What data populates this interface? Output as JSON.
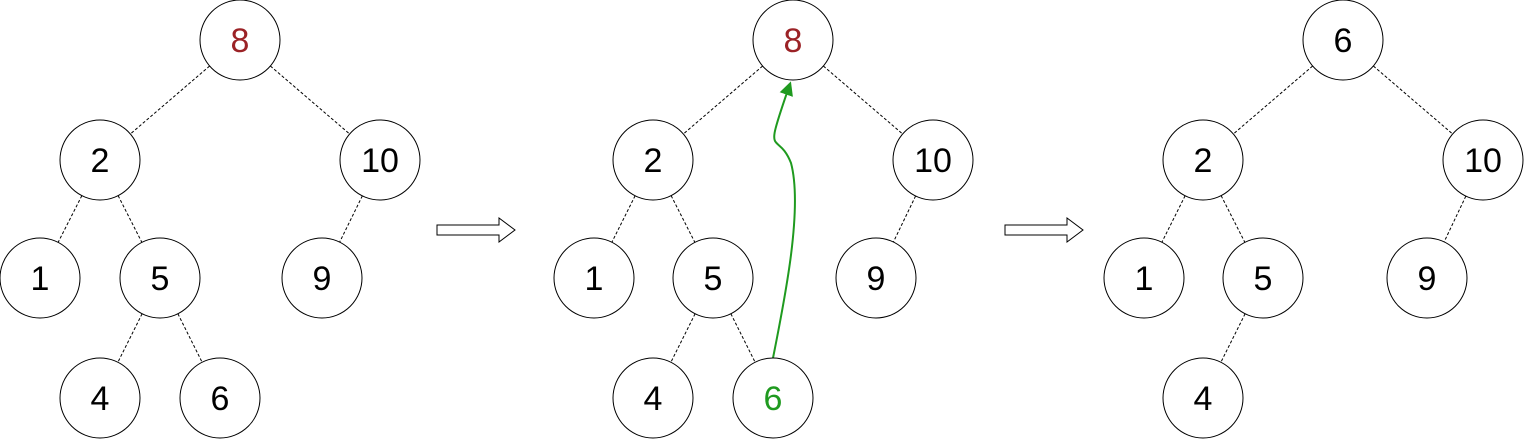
{
  "colors": {
    "default_text": "#000000",
    "root_highlight": "#9b2226",
    "moved_node": "#1f9a1f",
    "removed_edge": "#c62828",
    "move_arrow": "#1f9a1f"
  },
  "trees": [
    {
      "nodes": [
        {
          "id": "n8",
          "label": "8",
          "highlight": "root"
        },
        {
          "id": "n2",
          "label": "2"
        },
        {
          "id": "n10",
          "label": "10"
        },
        {
          "id": "n1",
          "label": "1"
        },
        {
          "id": "n5",
          "label": "5"
        },
        {
          "id": "n9",
          "label": "9"
        },
        {
          "id": "n4",
          "label": "4"
        },
        {
          "id": "n6",
          "label": "6"
        }
      ],
      "edges": [
        [
          "n8",
          "n2"
        ],
        [
          "n8",
          "n10"
        ],
        [
          "n2",
          "n1"
        ],
        [
          "n2",
          "n5"
        ],
        [
          "n10",
          "n9"
        ],
        [
          "n5",
          "n4"
        ],
        [
          "n5",
          "n6"
        ]
      ]
    },
    {
      "nodes": [
        {
          "id": "n8",
          "label": "8",
          "highlight": "root"
        },
        {
          "id": "n2",
          "label": "2"
        },
        {
          "id": "n10",
          "label": "10"
        },
        {
          "id": "n1",
          "label": "1"
        },
        {
          "id": "n5",
          "label": "5"
        },
        {
          "id": "n9",
          "label": "9"
        },
        {
          "id": "n4",
          "label": "4"
        },
        {
          "id": "n6",
          "label": "6",
          "highlight": "moved"
        }
      ],
      "edges": [
        [
          "n8",
          "n2"
        ],
        [
          "n8",
          "n10"
        ],
        [
          "n2",
          "n1"
        ],
        [
          "n2",
          "n5"
        ],
        [
          "n10",
          "n9"
        ],
        [
          "n5",
          "n4"
        ],
        [
          "n5",
          "n6",
          "removed"
        ]
      ],
      "move": {
        "from": "n6",
        "to": "n8"
      }
    },
    {
      "nodes": [
        {
          "id": "n6",
          "label": "6"
        },
        {
          "id": "n2",
          "label": "2"
        },
        {
          "id": "n10",
          "label": "10"
        },
        {
          "id": "n1",
          "label": "1"
        },
        {
          "id": "n5",
          "label": "5"
        },
        {
          "id": "n9",
          "label": "9"
        },
        {
          "id": "n4",
          "label": "4"
        }
      ],
      "edges": [
        [
          "n6",
          "n2"
        ],
        [
          "n6",
          "n10"
        ],
        [
          "n2",
          "n1"
        ],
        [
          "n2",
          "n5"
        ],
        [
          "n10",
          "n9"
        ],
        [
          "n5",
          "n4"
        ]
      ]
    }
  ],
  "transitions": [
    {
      "from": 0,
      "to": 1
    },
    {
      "from": 1,
      "to": 2
    }
  ]
}
